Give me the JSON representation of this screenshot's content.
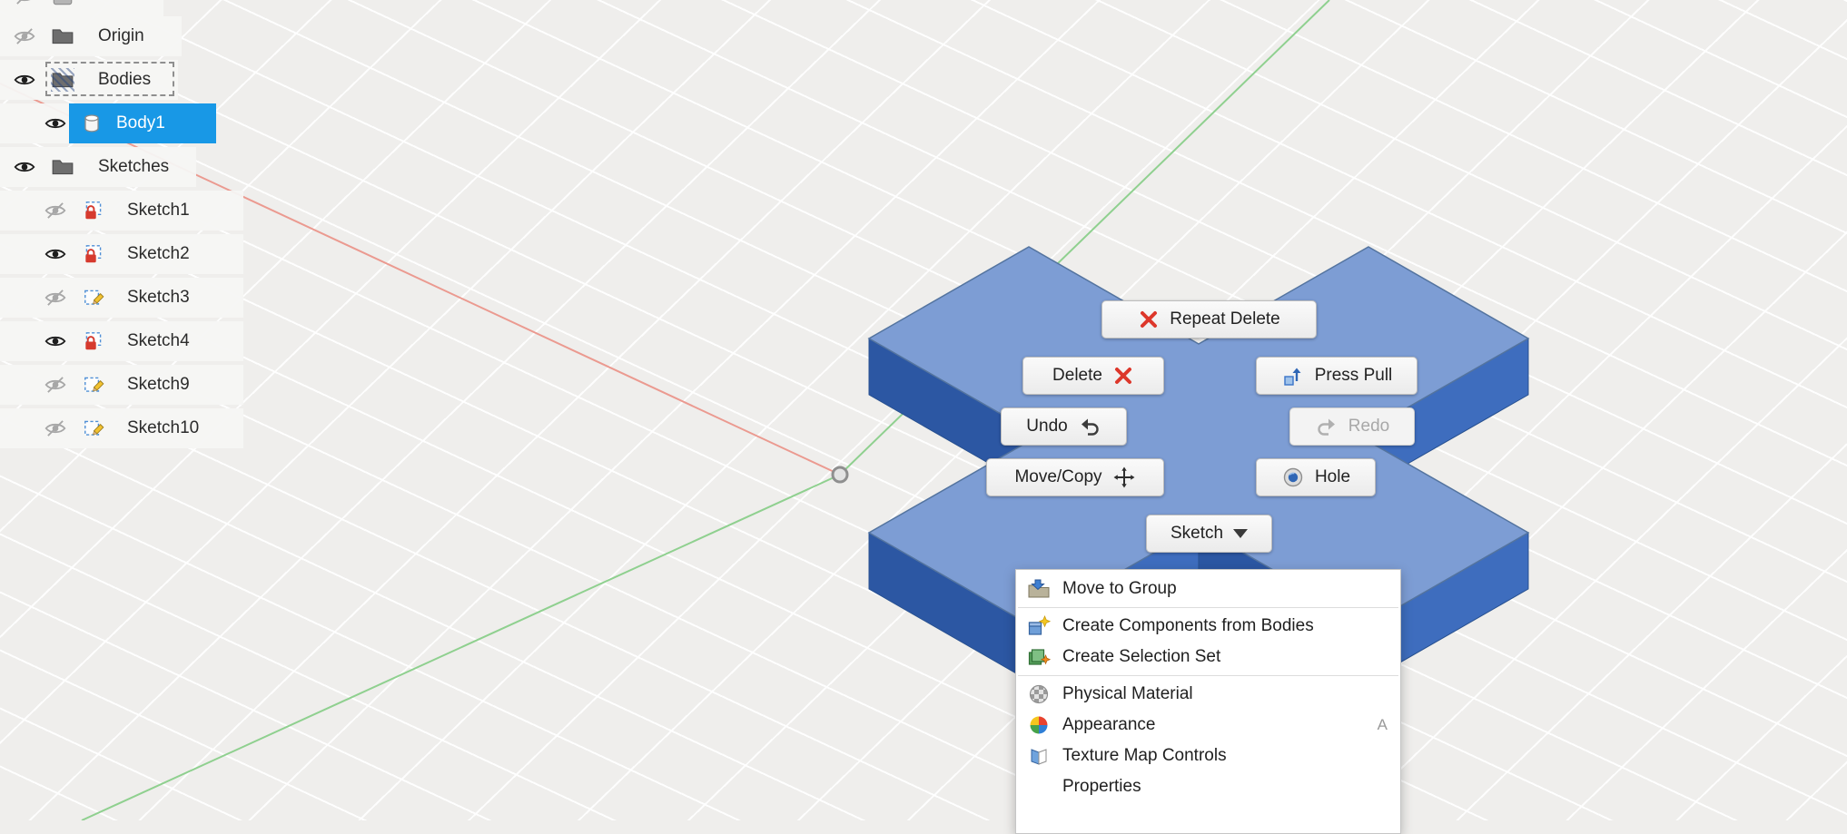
{
  "browser": {
    "items": [
      {
        "label": "Origin",
        "type": "folder",
        "visible": false
      },
      {
        "label": "Bodies",
        "type": "folder",
        "visible": true,
        "contains_selection": true
      },
      {
        "label": "Body1",
        "type": "body",
        "visible": true,
        "selected": true
      },
      {
        "label": "Sketches",
        "type": "folder",
        "visible": true
      },
      {
        "label": "Sketch1",
        "type": "sketch-locked",
        "visible": false
      },
      {
        "label": "Sketch2",
        "type": "sketch-locked",
        "visible": true
      },
      {
        "label": "Sketch3",
        "type": "sketch",
        "visible": false
      },
      {
        "label": "Sketch4",
        "type": "sketch-locked",
        "visible": true
      },
      {
        "label": "Sketch9",
        "type": "sketch",
        "visible": false
      },
      {
        "label": "Sketch10",
        "type": "sketch",
        "visible": false
      }
    ]
  },
  "marking_menu": {
    "buttons": [
      {
        "label": "Repeat Delete",
        "icon": "red-x-icon"
      },
      {
        "label": "Delete",
        "icon": "red-x-icon"
      },
      {
        "label": "Press Pull",
        "icon": "press-pull-icon"
      },
      {
        "label": "Undo",
        "icon": "undo-arrow-icon"
      },
      {
        "label": "Redo",
        "icon": "redo-arrow-icon",
        "disabled": true
      },
      {
        "label": "Move/Copy",
        "icon": "move-arrows-icon"
      },
      {
        "label": "Hole",
        "icon": "hole-icon"
      },
      {
        "label": "Sketch",
        "icon": "dropdown-arrow-icon"
      }
    ]
  },
  "context_menu": {
    "items": [
      {
        "label": "Move to Group",
        "icon": "move-to-group-icon"
      },
      {
        "label": "Create Components from Bodies",
        "icon": "create-components-icon"
      },
      {
        "label": "Create Selection Set",
        "icon": "create-selection-set-icon"
      },
      {
        "label": "Physical Material",
        "icon": "physical-material-icon"
      },
      {
        "label": "Appearance",
        "icon": "appearance-icon",
        "shortcut": "A"
      },
      {
        "label": "Texture Map Controls",
        "icon": "texture-map-icon"
      },
      {
        "label": "Properties",
        "icon": ""
      }
    ]
  },
  "colors": {
    "selection_blue": "#1898E6",
    "axis_x_red": "#EB9A90",
    "axis_y_green": "#8FD08F",
    "body_top": "#7D9DD4",
    "body_side": "#3E6DBE",
    "body_side_dark": "#2C57A3",
    "delete_red": "#DD372B"
  }
}
